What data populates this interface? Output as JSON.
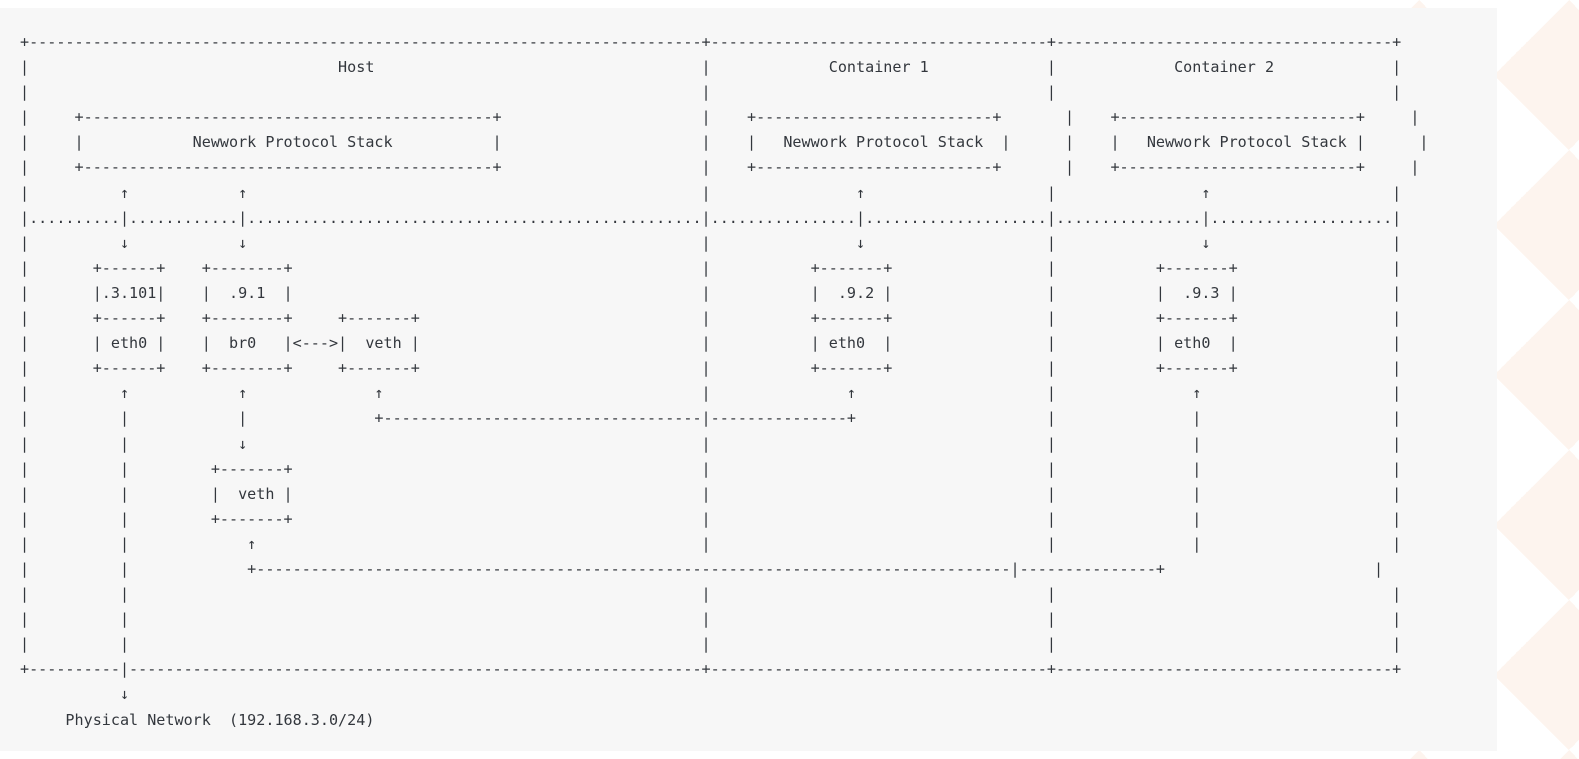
{
  "page": {
    "kind": "ascii-art-diagram",
    "background_color": "#ffffff",
    "card_color": "#f7f7f7",
    "text_color": "#33373d",
    "accent_color": "#fdf3ec"
  },
  "diagram": {
    "title_row": {
      "host": "Host",
      "container_1": "Container 1",
      "container_2": "Container 2"
    },
    "protocol_stacks": {
      "host": "Newwork Protocol Stack",
      "container_1": "Newwork Protocol Stack",
      "container_2": "Newwork Protocol Stack"
    },
    "host": {
      "eth0_ip": ".3.101",
      "eth0_name": "eth0",
      "br0_ip": ".9.1",
      "br0_name": "br0",
      "veth_top_name": "veth",
      "veth_bottom_name": "veth",
      "link_glyph": "<--->"
    },
    "container_1": {
      "ip": ".9.2",
      "iface": "eth0"
    },
    "container_2": {
      "ip": ".9.3",
      "iface": "eth0"
    },
    "footer": {
      "label": "Physical Network",
      "cidr": "(192.168.3.0/24)",
      "full": "Physical Network  (192.168.3.0/24)"
    },
    "glyphs": {
      "corner": "+",
      "horizontal": "-",
      "vertical": "|",
      "dotted": ".",
      "arrow_up": "↑",
      "arrow_down": "↓"
    },
    "ascii": "+--------------------------------------------------------------------------+-------------------------------------+-------------------------------------+\n|                                  Host                                    |             Container 1             |             Container 2             |\n|                                                                          |                                     |                                     |\n|     +---------------------------------------------+                      |    +--------------------------+       |    +--------------------------+     |\n|     |            Newwork Protocol Stack           |                      |    |   Newwork Protocol Stack  |      |    |   Newwork Protocol Stack |      |\n|     +---------------------------------------------+                      |    +--------------------------+       |    +--------------------------+     |\n|          ↑            ↑                                                  |                ↑                    |                ↑                    |\n|..........|............|..................................................|................|....................|................|....................|\n|          ↓            ↓                                                  |                ↓                    |                ↓                    |\n|       +------+    +--------+                                             |           +-------+                 |           +-------+                 |\n|       |.3.101|    |  .9.1  |                                             |           |  .9.2 |                 |           |  .9.3 |                 |\n|       +------+    +--------+     +-------+                               |           +-------+                 |           +-------+                 |\n|       | eth0 |    |  br0   |<--->|  veth |                               |           | eth0  |                 |           | eth0  |                 |\n|       +------+    +--------+     +-------+                               |           +-------+                 |           +-------+                 |\n|          ↑            ↑              ↑                                   |               ↑                     |               ↑                     |\n|          |            |              +-----------------------------------|---------------+                     |               |                     |\n|          |            ↓                                                  |                                     |               |                     |\n|          |         +-------+                                             |                                     |               |                     |\n|          |         |  veth |                                             |                                     |               |                     |\n|          |         +-------+                                             |                                     |               |                     |\n|          |             ↑                                                 |                                     |               |                     |\n|          |             +-----------------------------------------------------------------------------------|---------------+                       |\n|          |                                                               |                                     |                                     |\n|          |                                                               |                                     |                                     |\n|          |                                                               |                                     |                                     |\n+----------|---------------------------------------------------------------+-------------------------------------+-------------------------------------+\n           ↓\n     Physical Network  (192.168.3.0/24)"
  }
}
